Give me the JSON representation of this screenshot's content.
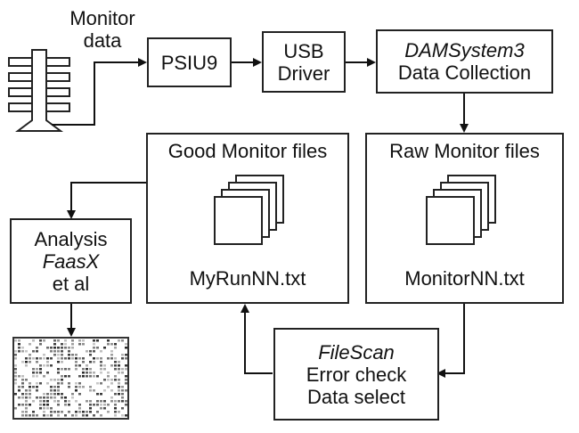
{
  "diagram": {
    "monitor_label": [
      "Monitor",
      "data"
    ],
    "nodes": {
      "psiu": {
        "label": "PSIU9"
      },
      "usb": {
        "line1": "USB",
        "line2": "Driver"
      },
      "dam": {
        "line1_italic": "DAMSystem3",
        "line2": "Data Collection"
      },
      "raw": {
        "title": "Raw Monitor files",
        "filename": "MonitorNN.txt"
      },
      "good": {
        "title": "Good Monitor files",
        "filename": "MyRunNN.txt"
      },
      "filescan": {
        "line1_italic": "FileScan",
        "line2": "Error check",
        "line3": "Data select"
      },
      "analysis": {
        "line1": "Analysis",
        "line2_italic": "FaasX",
        "line3": "et al"
      }
    },
    "icons": [
      "monitor-device-icon",
      "file-stack-icon",
      "activity-plot-thumbnail"
    ],
    "edges": [
      [
        "monitor",
        "psiu"
      ],
      [
        "psiu",
        "usb"
      ],
      [
        "usb",
        "dam"
      ],
      [
        "dam",
        "raw"
      ],
      [
        "raw",
        "filescan"
      ],
      [
        "filescan",
        "good"
      ],
      [
        "good",
        "analysis"
      ],
      [
        "analysis",
        "plot"
      ]
    ]
  }
}
